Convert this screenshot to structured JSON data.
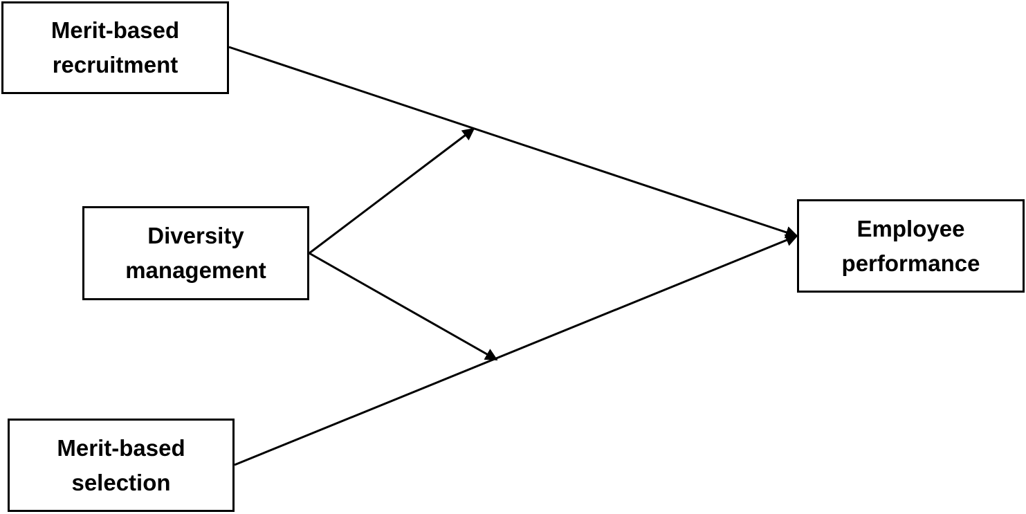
{
  "diagram": {
    "nodes": {
      "recruitment": {
        "lines": [
          "Merit-based",
          "recruitment"
        ]
      },
      "diversity": {
        "lines": [
          "Diversity",
          "management"
        ]
      },
      "selection": {
        "lines": [
          "Merit-based",
          "selection"
        ]
      },
      "performance": {
        "lines": [
          "Employee",
          "performance"
        ]
      }
    },
    "edges": [
      {
        "from": "Merit-based recruitment",
        "to": "Employee performance",
        "kind": "direct-effect"
      },
      {
        "from": "Merit-based selection",
        "to": "Employee performance",
        "kind": "direct-effect"
      },
      {
        "from": "Diversity management",
        "to": "Merit-based recruitment → Employee performance",
        "kind": "moderation"
      },
      {
        "from": "Diversity management",
        "to": "Merit-based selection → Employee performance",
        "kind": "moderation"
      }
    ],
    "colors": {
      "stroke": "#000000",
      "background": "#ffffff"
    }
  }
}
